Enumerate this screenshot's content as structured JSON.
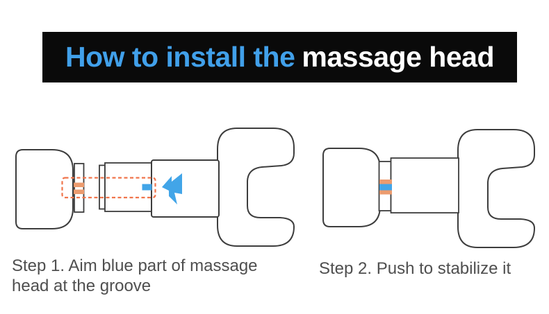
{
  "banner": {
    "highlight_text": "How to install the",
    "normal_text": "massage head",
    "bg_color": "#0a0a0a",
    "highlight_color": "#41a0ea",
    "normal_color": "#ffffff"
  },
  "steps": [
    {
      "caption": "Step 1. Aim blue part of massage head at the groove"
    },
    {
      "caption": "Step 2. Push to stabilize it"
    }
  ],
  "colors": {
    "outline": "#3d3d3d",
    "blue": "#42a5e8",
    "orange_bar": "#ec9b6e",
    "orange_dash": "#f0744b",
    "caption_gray": "#4f4f4f",
    "background": "#ffffff"
  },
  "icons": {
    "push_arrow": "left-block-arrow"
  }
}
